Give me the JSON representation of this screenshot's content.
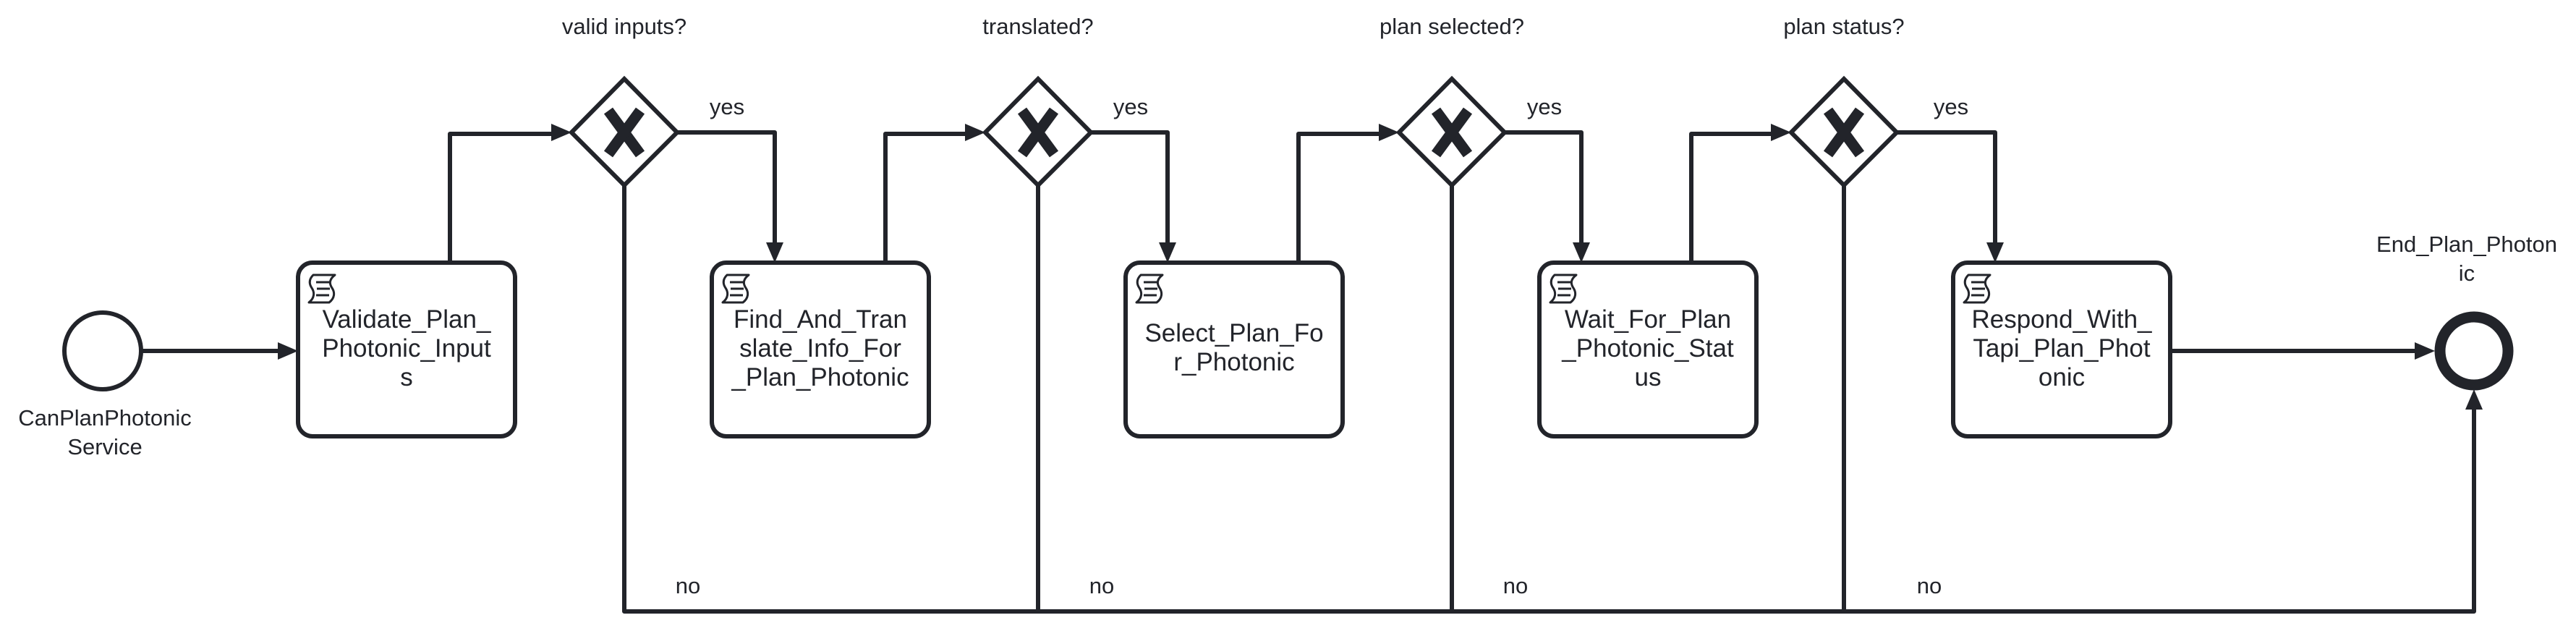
{
  "diagram": {
    "start_event": {
      "label_lines": [
        "CanPlanPhotonic",
        "Service"
      ]
    },
    "end_event": {
      "label_lines": [
        "End_Plan_Photon",
        "ic"
      ]
    },
    "tasks": [
      {
        "lines": [
          "Validate_Plan_",
          "Photonic_Input",
          "s"
        ],
        "icon": "script-icon"
      },
      {
        "lines": [
          "Find_And_Tran",
          "slate_Info_For",
          "_Plan_Photonic"
        ],
        "icon": "script-icon"
      },
      {
        "lines": [
          "Select_Plan_Fo",
          "r_Photonic"
        ],
        "icon": "script-icon"
      },
      {
        "lines": [
          "Wait_For_Plan",
          "_Photonic_Stat",
          "us"
        ],
        "icon": "script-icon"
      },
      {
        "lines": [
          "Respond_With_",
          "Tapi_Plan_Phot",
          "onic"
        ],
        "icon": "script-icon"
      }
    ],
    "gateways": [
      {
        "question": "valid inputs?",
        "yes_label": "yes",
        "no_label": "no",
        "icon": "exclusive-x-icon"
      },
      {
        "question": "translated?",
        "yes_label": "yes",
        "no_label": "no",
        "icon": "exclusive-x-icon"
      },
      {
        "question": "plan selected?",
        "yes_label": "yes",
        "no_label": "no",
        "icon": "exclusive-x-icon"
      },
      {
        "question": "plan status?",
        "yes_label": "yes",
        "no_label": "no",
        "icon": "exclusive-x-icon"
      }
    ],
    "colors": {
      "stroke": "#22242a",
      "background": "#ffffff"
    }
  }
}
